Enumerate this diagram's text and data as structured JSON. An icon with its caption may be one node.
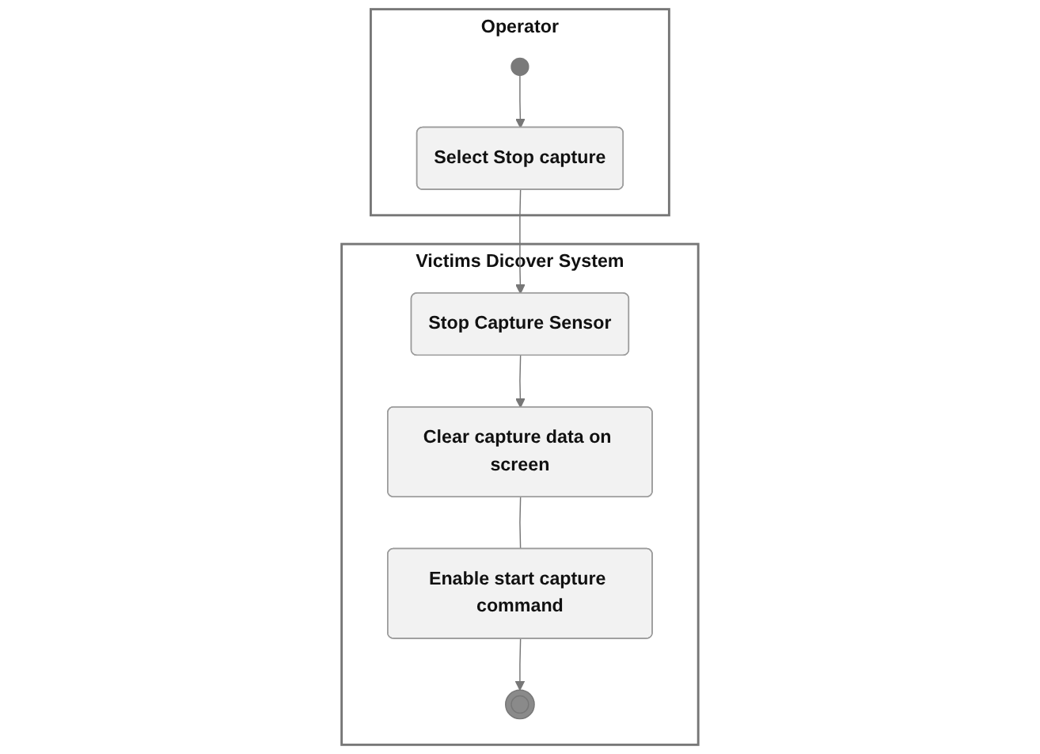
{
  "diagram": {
    "nodes": [
      {
        "text": [
          "Operator"
        ]
      },
      {
        "text": [],
        "shape": "circle",
        "in": 0
      },
      {
        "text": [
          "Select Stop capture"
        ],
        "in": 0
      },
      {
        "text": [
          "Victims Dicover System"
        ]
      },
      {
        "text": [
          "Stop Capture Sensor"
        ],
        "in": 3
      },
      {
        "text": [
          "Clear capture data on screen"
        ],
        "in": 3
      },
      {
        "text": [
          "Enable start capture command"
        ],
        "in": 3
      },
      {
        "text": [],
        "shape": "circle",
        "in": 3
      }
    ],
    "edges": [
      {
        "from": 1,
        "to": 2,
        "arrow": "to"
      },
      {
        "from": 2,
        "to": 4,
        "arrow": "to"
      },
      {
        "from": 4,
        "to": 5,
        "arrow": "to"
      },
      {
        "from": 5,
        "to": 6,
        "arrow": "none"
      },
      {
        "from": 6,
        "to": 7,
        "arrow": "to"
      }
    ]
  }
}
